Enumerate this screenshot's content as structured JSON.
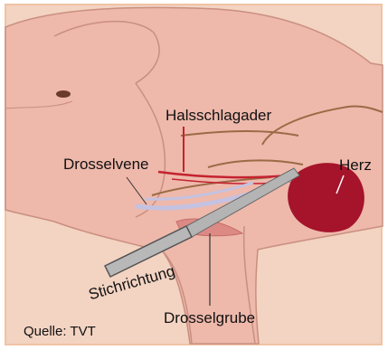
{
  "labels": {
    "carotid": "Halsschlagader",
    "jugular_vein": "Drosselvene",
    "heart": "Herz",
    "jugular_groove": "Drosselgrube",
    "stab_direction": "Stichrichtung"
  },
  "source": "Quelle: TVT",
  "colors": {
    "background": "#f3d3c2",
    "body": "#eeb8ab",
    "outline": "#c98f7f",
    "artery": "#c52230",
    "vein": "#c4c2e0",
    "heart": "#a5142b",
    "knife": "#b4b4b4",
    "groove": "#dd8a85",
    "muscle_lines": "#9a6b45"
  }
}
